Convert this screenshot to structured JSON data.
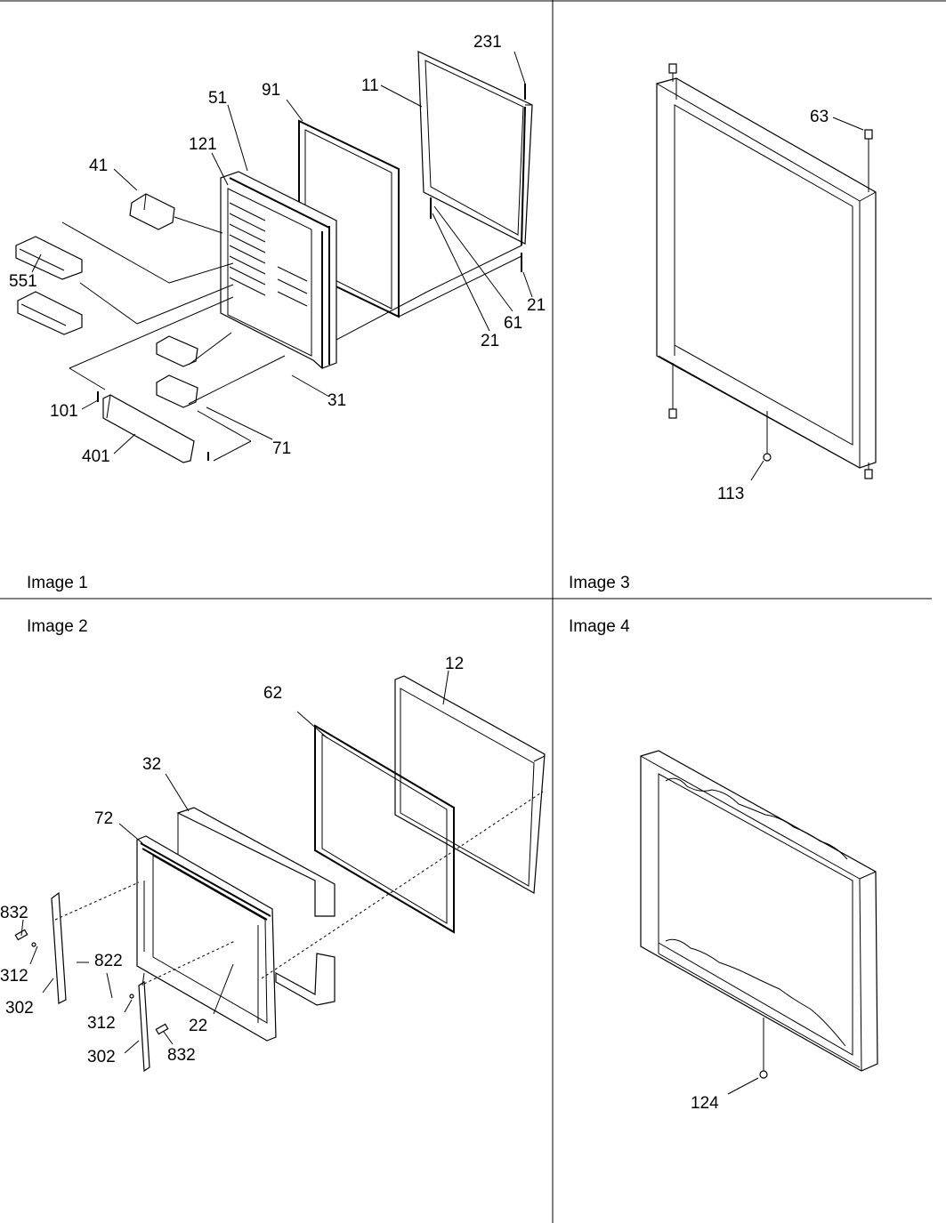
{
  "panels": [
    {
      "caption": "Image 1"
    },
    {
      "caption": "Image 2"
    },
    {
      "caption": "Image 3"
    },
    {
      "caption": "Image 4"
    }
  ],
  "image1": {
    "callouts": [
      "231",
      "91",
      "11",
      "51",
      "121",
      "41",
      "551",
      "21",
      "61",
      "21",
      "31",
      "101",
      "71",
      "401"
    ]
  },
  "image2": {
    "callouts": [
      "12",
      "62",
      "32",
      "72",
      "832",
      "312",
      "822",
      "302",
      "312",
      "22",
      "302",
      "832"
    ]
  },
  "image3": {
    "callouts": [
      "63",
      "113"
    ]
  },
  "image4": {
    "callouts": [
      "124"
    ]
  }
}
